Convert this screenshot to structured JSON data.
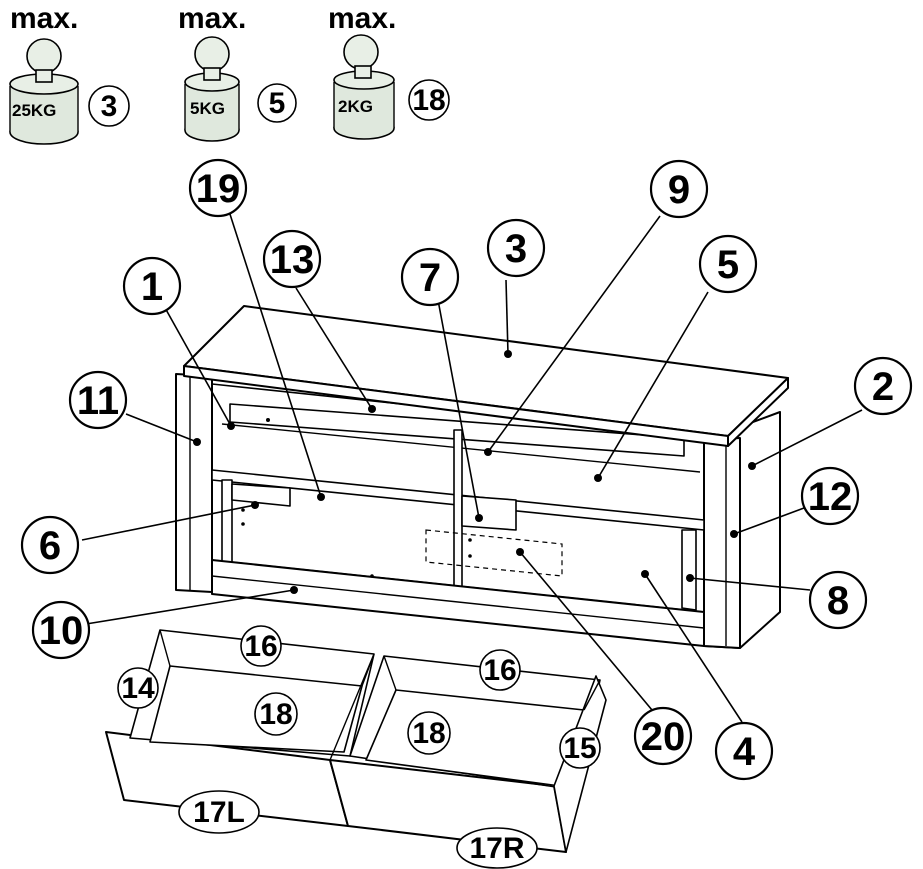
{
  "weights": [
    {
      "max_label": "max.",
      "load": "25KG",
      "part": "3"
    },
    {
      "max_label": "max.",
      "load": "5KG",
      "part": "5"
    },
    {
      "max_label": "max.",
      "load": "2KG",
      "part": "18"
    }
  ],
  "callouts": {
    "p1": "1",
    "p2": "2",
    "p3": "3",
    "p4": "4",
    "p5": "5",
    "p6": "6",
    "p7": "7",
    "p8": "8",
    "p9": "9",
    "p10": "10",
    "p11": "11",
    "p12": "12",
    "p13": "13",
    "p19": "19",
    "p20": "20"
  },
  "drawer_labels": {
    "d14": "14",
    "d16a": "16",
    "d16b": "16",
    "d18a": "18",
    "d18b": "18",
    "d15": "15",
    "d17l": "17L",
    "d17r": "17R"
  }
}
